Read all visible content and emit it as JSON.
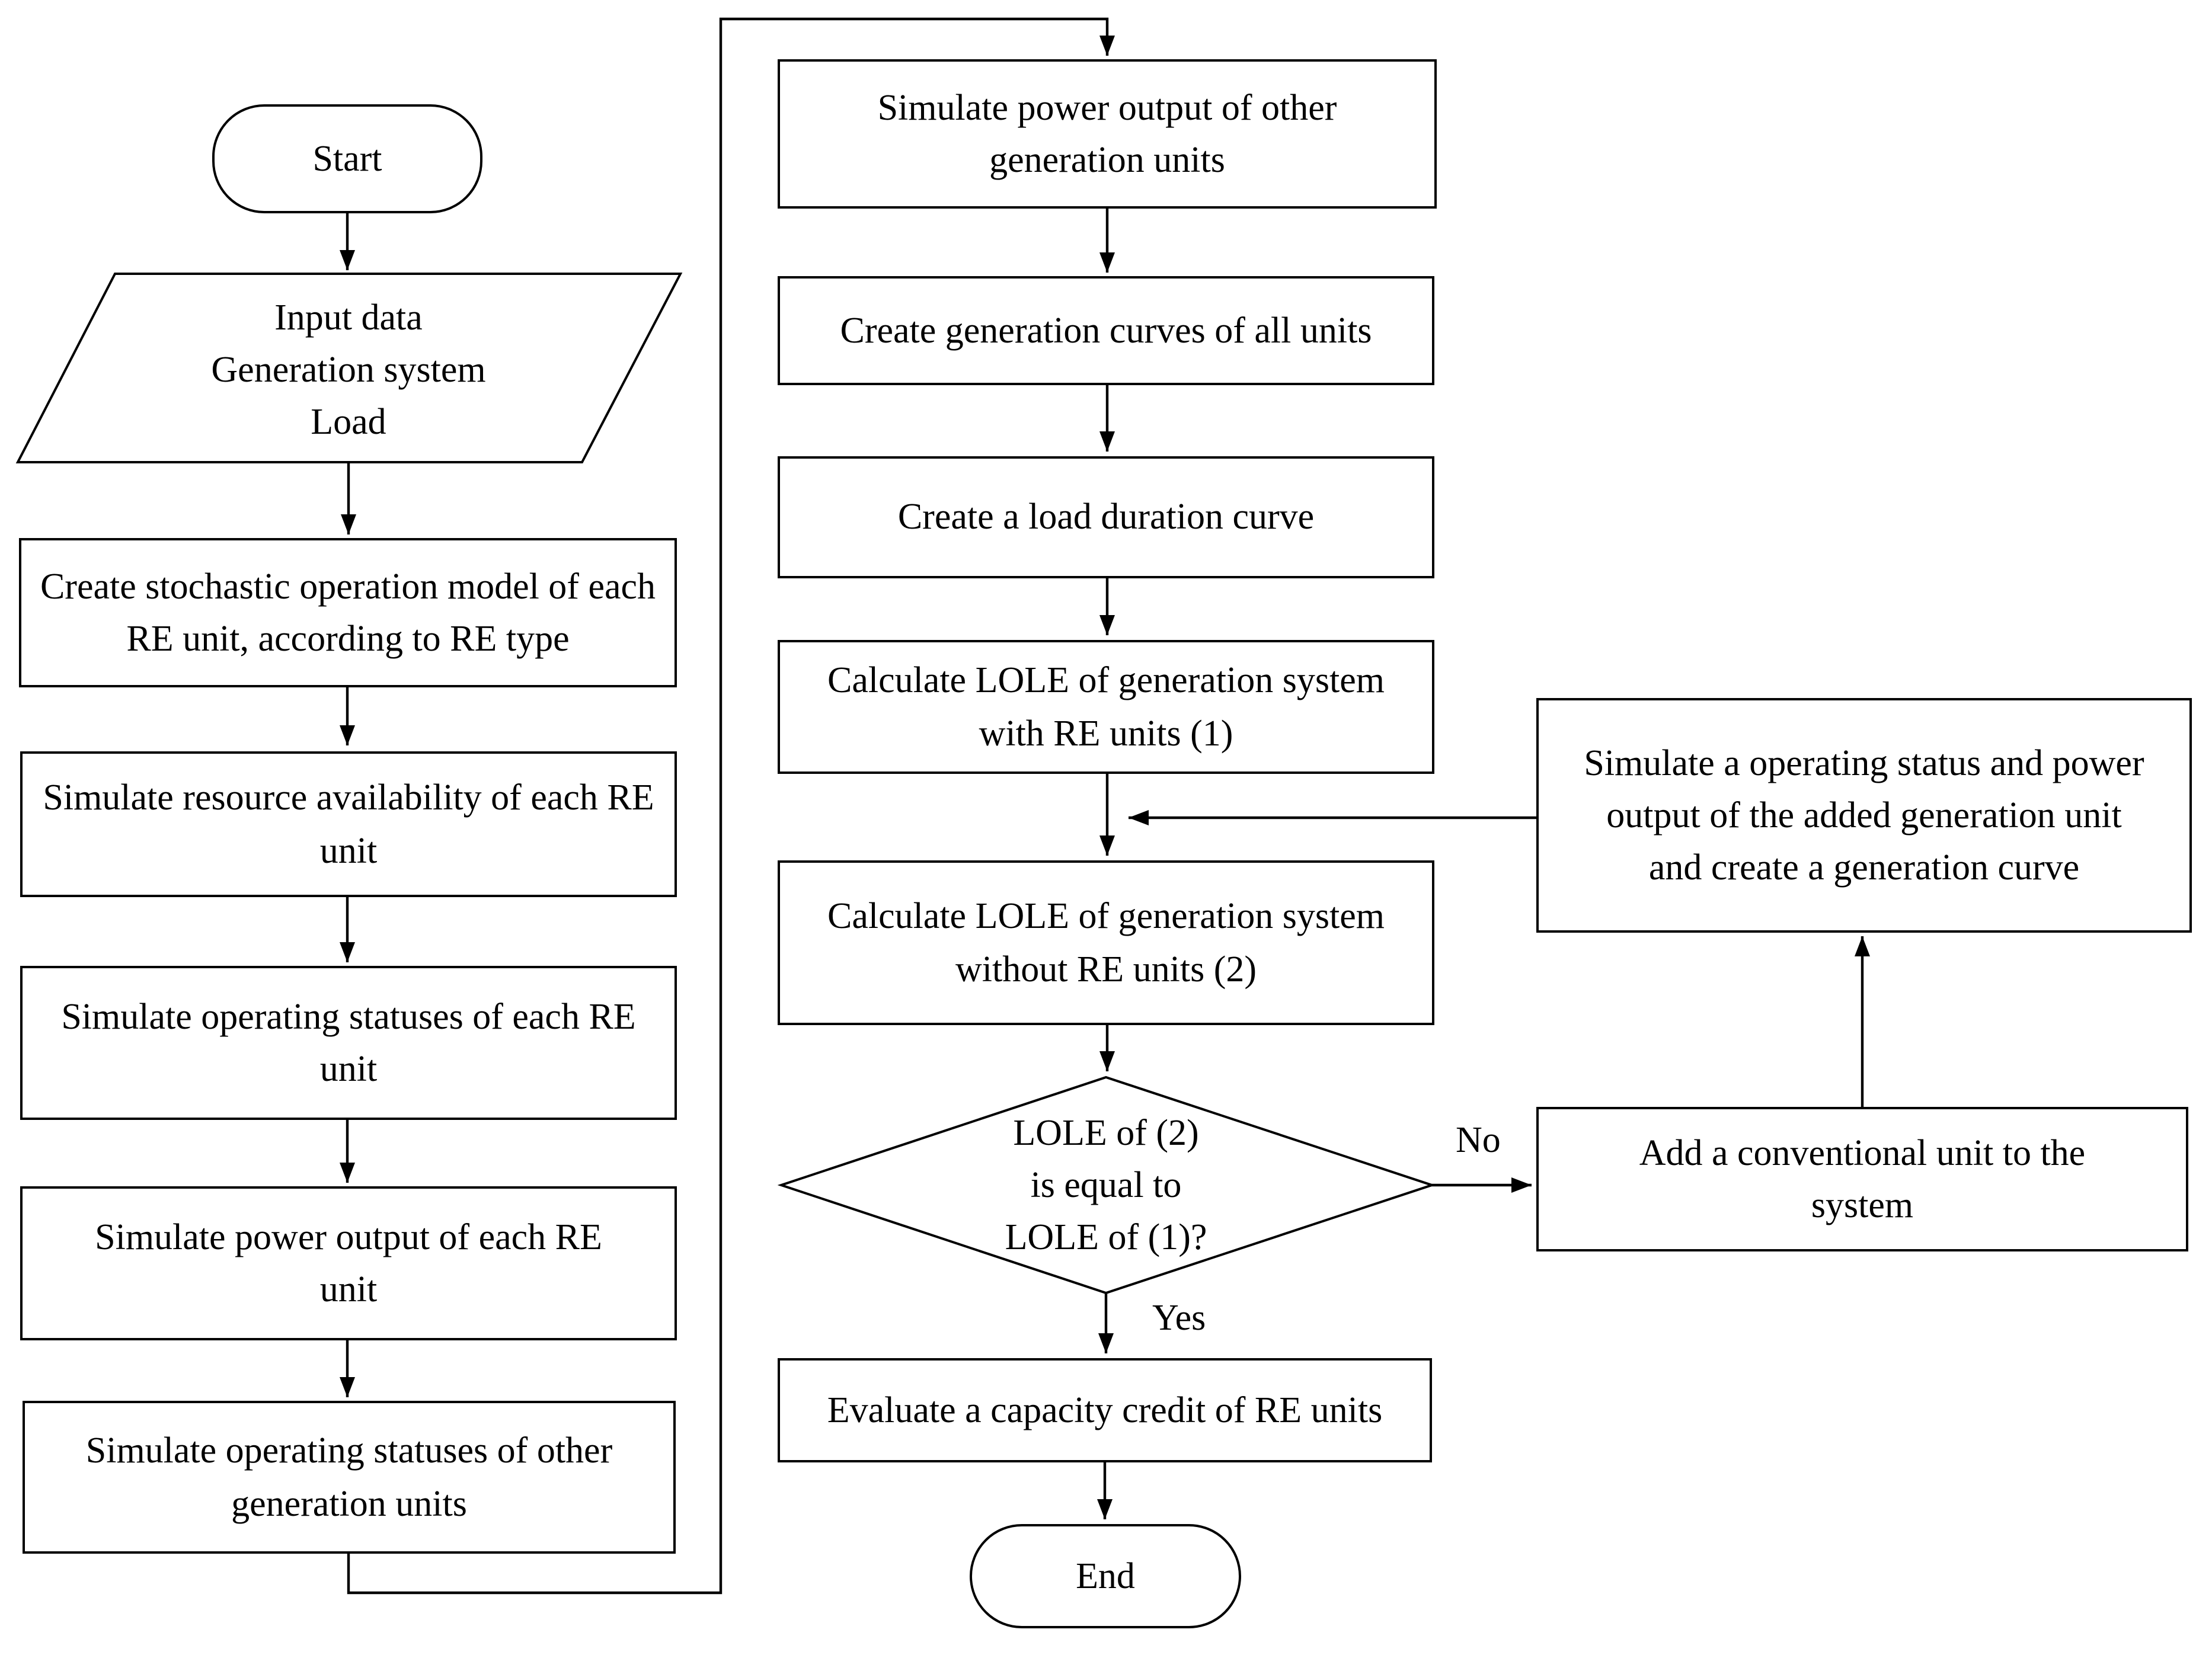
{
  "figure": {
    "background_color": "#ffffff",
    "line_color": "#000000",
    "text_color": "#000000"
  },
  "nodes": {
    "start": {
      "label": "Start"
    },
    "input_data": {
      "label": "Input data\nGeneration system\nLoad"
    },
    "create_stochastic_model": {
      "label": "Create stochastic operation model of each RE unit, according to RE type"
    },
    "simulate_resource_availability": {
      "label": "Simulate resource availability of each RE unit"
    },
    "simulate_operating_statuses_re": {
      "label": "Simulate operating statuses of each RE unit"
    },
    "simulate_power_output_re": {
      "label": "Simulate power output of each RE unit"
    },
    "simulate_operating_statuses_other": {
      "label": "Simulate operating statuses of other generation units"
    },
    "simulate_power_output_other": {
      "label": "Simulate power output of other generation units"
    },
    "create_generation_curves": {
      "label": "Create generation curves of all units"
    },
    "create_load_duration_curve": {
      "label": "Create a load duration curve"
    },
    "calculate_lole_with_re": {
      "label": "Calculate LOLE of generation system with RE units (1)"
    },
    "calculate_lole_without_re": {
      "label": "Calculate LOLE of generation system without RE units (2)"
    },
    "lole_equal_decision": {
      "label": "LOLE of (2)\nis equal to\nLOLE of (1)?"
    },
    "evaluate_capacity_credit": {
      "label": "Evaluate a capacity credit of RE units"
    },
    "end": {
      "label": "End"
    },
    "simulate_added_unit": {
      "label": "Simulate a operating status and power output of the added generation unit and create a generation curve"
    },
    "add_conventional_unit": {
      "label": "Add a conventional unit to the system"
    }
  },
  "edge_labels": {
    "yes": "Yes",
    "no": "No"
  }
}
